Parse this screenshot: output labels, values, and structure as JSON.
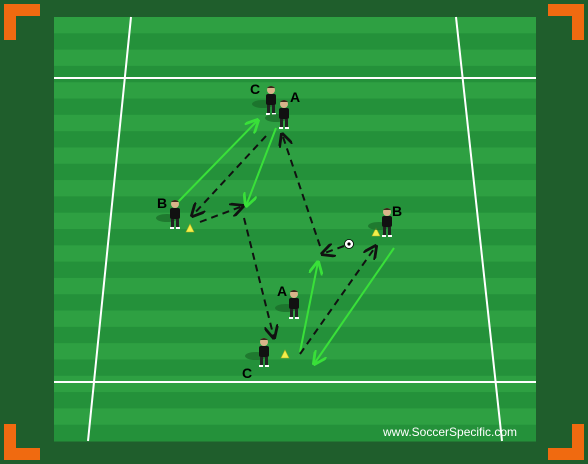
{
  "colors": {
    "border_green": "#1f5e2c",
    "stripe_light": "#2ea042",
    "stripe_dark": "#24913a",
    "corner_orange": "#f06a10",
    "pass_arrow": "#39e039",
    "run_arrow": "#111111",
    "line_white": "#ffffff",
    "cone_yellow": "#f2f04a"
  },
  "labels": {
    "player_c_top": "C",
    "player_a_top": "A",
    "player_b_left": "B",
    "player_b_right": "B",
    "player_a_bottom": "A",
    "player_c_bottom": "C"
  },
  "watermark": "www.SoccerSpecific.com",
  "icons": [
    "soccer-ball-icon",
    "cone-icon",
    "player-icon"
  ]
}
